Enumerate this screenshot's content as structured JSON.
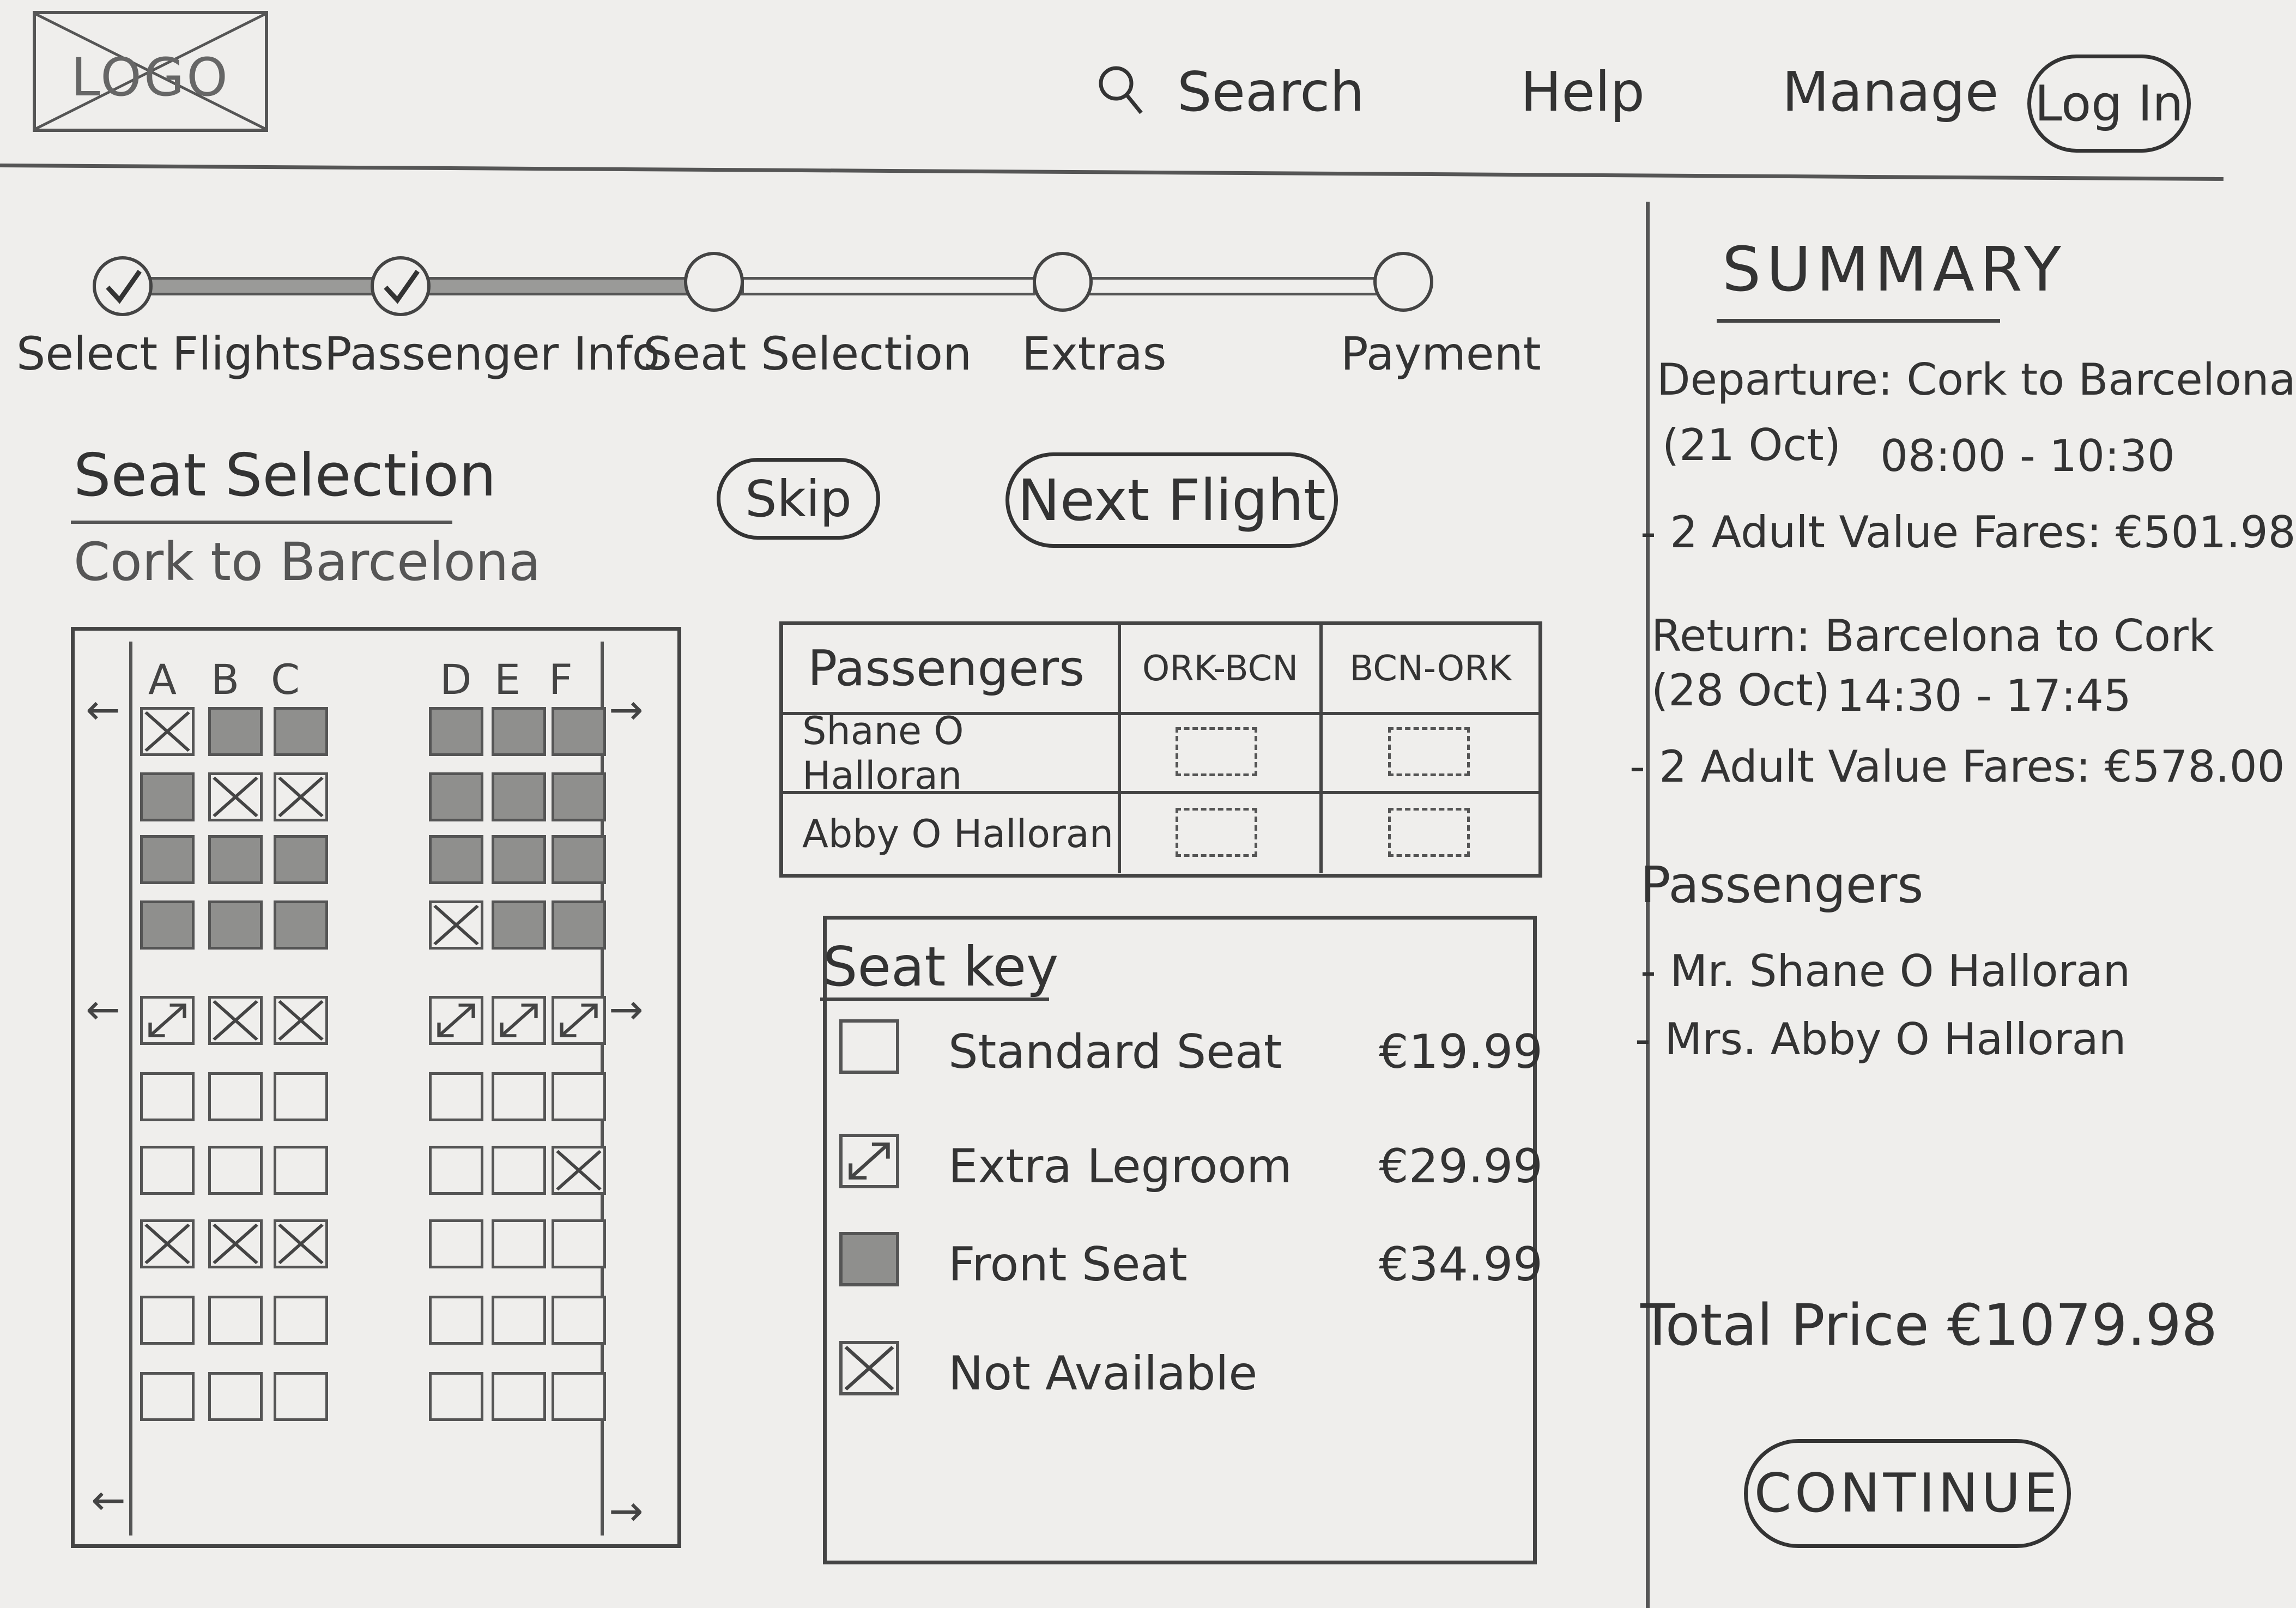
{
  "header": {
    "logo_text": "LOGO",
    "nav": {
      "search": "Search",
      "help": "Help",
      "manage": "Manage",
      "login": "Log In"
    }
  },
  "stepper": {
    "steps": [
      {
        "label": "Select Flights",
        "completed": true
      },
      {
        "label": "Passenger Info",
        "completed": true
      },
      {
        "label": "Seat Selection",
        "completed": false
      },
      {
        "label": "Extras",
        "completed": false
      },
      {
        "label": "Payment",
        "completed": false
      }
    ]
  },
  "seat_selection": {
    "title": "Seat Selection",
    "route": "Cork to Barcelona",
    "skip_label": "Skip",
    "next_label": "Next Flight",
    "columns_left": [
      "A",
      "B",
      "C"
    ],
    "columns_right": [
      "D",
      "E",
      "F"
    ],
    "seat_states_legend": "front | not_available | standard | extra_legroom",
    "rows": [
      {
        "left": [
          "not_available",
          "front",
          "front"
        ],
        "right": [
          "front",
          "front",
          "front"
        ]
      },
      {
        "left": [
          "front",
          "not_available",
          "not_available"
        ],
        "right": [
          "front",
          "front",
          "front"
        ]
      },
      {
        "left": [
          "front",
          "front",
          "front"
        ],
        "right": [
          "front",
          "front",
          "front"
        ]
      },
      {
        "left": [
          "front",
          "front",
          "front"
        ],
        "right": [
          "not_available",
          "front",
          "front"
        ]
      },
      {
        "left": [
          "extra_legroom",
          "not_available",
          "not_available"
        ],
        "right": [
          "extra_legroom",
          "extra_legroom",
          "extra_legroom"
        ]
      },
      {
        "left": [
          "standard",
          "standard",
          "standard"
        ],
        "right": [
          "standard",
          "standard",
          "standard"
        ]
      },
      {
        "left": [
          "standard",
          "standard",
          "standard"
        ],
        "right": [
          "standard",
          "standard",
          "not_available"
        ]
      },
      {
        "left": [
          "not_available",
          "not_available",
          "not_available"
        ],
        "right": [
          "standard",
          "standard",
          "standard"
        ]
      },
      {
        "left": [
          "standard",
          "standard",
          "standard"
        ],
        "right": [
          "standard",
          "standard",
          "standard"
        ]
      },
      {
        "left": [
          "standard",
          "standard",
          "standard"
        ],
        "right": [
          "standard",
          "standard",
          "standard"
        ]
      }
    ]
  },
  "passengers_table": {
    "headers": [
      "Passengers",
      "ORK-BCN",
      "BCN-ORK"
    ],
    "rows": [
      {
        "name": "Shane O Halloran"
      },
      {
        "name": "Abby O Halloran"
      }
    ]
  },
  "seat_key": {
    "title": "Seat key",
    "items": [
      {
        "type": "standard",
        "label": "Standard Seat",
        "price": "€19.99"
      },
      {
        "type": "extra_legroom",
        "label": "Extra Legroom",
        "price": "€29.99"
      },
      {
        "type": "front",
        "label": "Front Seat",
        "price": "€34.99"
      },
      {
        "type": "not_available",
        "label": "Not Available",
        "price": ""
      }
    ]
  },
  "summary": {
    "title": "SUMMARY",
    "departure_line1": "Departure: Cork to Barcelona",
    "departure_line2_date": "(21 Oct)",
    "departure_line2_time": "08:00 - 10:30",
    "departure_fares": "- 2 Adult Value Fares: €501.98",
    "return_line1": "Return: Barcelona to Cork",
    "return_line2_date": "(28 Oct)",
    "return_line2_time": "14:30 - 17:45",
    "return_fares": "- 2 Adult Value Fares: €578.00",
    "passengers_heading": "Passengers",
    "passengers": [
      "- Mr. Shane O Halloran",
      "- Mrs. Abby O Halloran"
    ],
    "total": "Total Price €1079.98",
    "continue_label": "CONTINUE"
  },
  "colors": {
    "paper": "#efeeec",
    "pencil": "#333333",
    "front_seat_fill": "#8f8f8d"
  }
}
